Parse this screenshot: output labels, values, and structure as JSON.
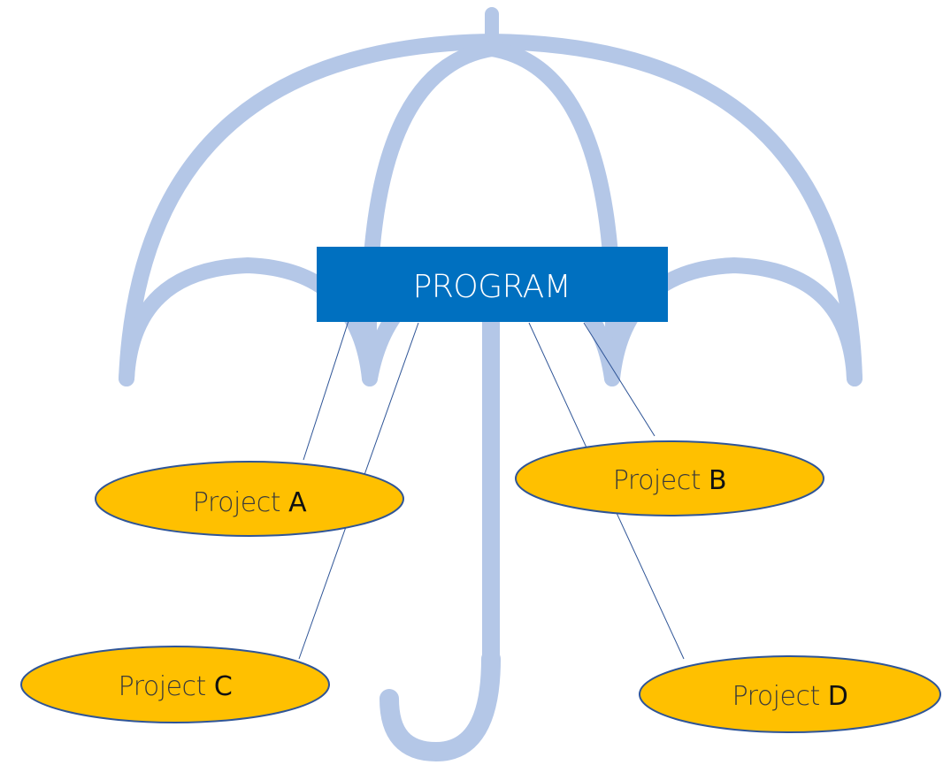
{
  "colors": {
    "umbrella": "#b4c7e7",
    "program_box": "#0070c0",
    "program_text": "#ffffff",
    "project_fill": "#ffc000",
    "project_stroke": "#2f5597",
    "connector": "#2f5597"
  },
  "program": {
    "label": "PROGRAM"
  },
  "projects": [
    {
      "word": "Project",
      "letter": "A"
    },
    {
      "word": "Project",
      "letter": "B"
    },
    {
      "word": "Project",
      "letter": "C"
    },
    {
      "word": "Project",
      "letter": "D"
    }
  ]
}
